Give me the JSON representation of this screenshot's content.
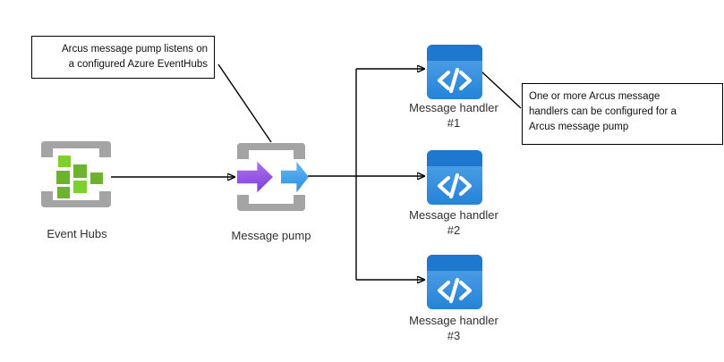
{
  "nodes": {
    "event_hubs": {
      "label": "Event Hubs"
    },
    "message_pump": {
      "label": "Message pump"
    },
    "handler1": {
      "label": "Message handler",
      "number": "#1"
    },
    "handler2": {
      "label": "Message handler",
      "number": "#2"
    },
    "handler3": {
      "label": "Message handler",
      "number": "#3"
    }
  },
  "callouts": {
    "pump_note": {
      "lines": [
        "Arcus message pump listens on",
        "a configured Azure EventHubs"
      ]
    },
    "handler_note": {
      "lines": [
        "One or more Arcus message",
        "handlers can be configured for a",
        "Arcus message pump"
      ]
    }
  },
  "colors": {
    "frame_gray": "#a4a4a4",
    "green_bright": "#7fd02f",
    "green_mid": "#6db32d",
    "purple_light": "#b173eb",
    "purple_dark": "#7b3ddd",
    "blue_light": "#66bcf2",
    "blue_dark": "#2d8ae0",
    "handler_bar": "#1e78cf",
    "handler_body_top": "#58a6e8",
    "handler_body_bottom": "#2583d8",
    "connector": "#000000",
    "text_dark": "#303030",
    "background": "#ffffff"
  }
}
